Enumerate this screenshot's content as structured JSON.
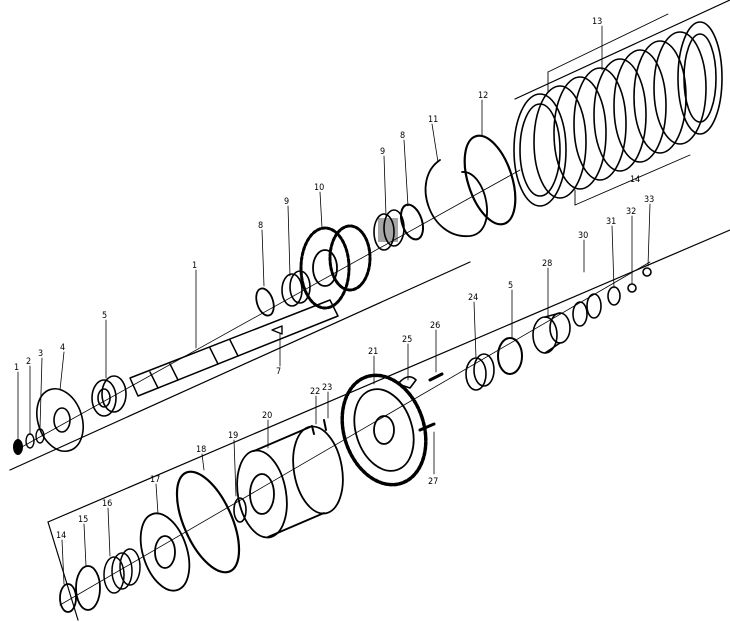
{
  "callouts": {
    "c13": "13",
    "c14": "14",
    "c12": "12",
    "c11": "11",
    "c8a": "8",
    "c9a": "9",
    "c10": "10",
    "c8b": "8",
    "c9b": "9",
    "c1": "1",
    "c7": "7",
    "c5a": "5",
    "c4": "4",
    "c3": "3",
    "c2": "2",
    "c1b": "1",
    "c31": "31",
    "c32a": "32",
    "c32b": "33",
    "c30": "30",
    "c24": "24",
    "c5b": "5",
    "c28": "28",
    "c26": "26",
    "c25": "25",
    "c21": "21",
    "c27": "27",
    "c22": "22",
    "c23": "23",
    "c20": "20",
    "c19": "19",
    "c18": "18",
    "c17": "17",
    "c16": "16",
    "c15": "15",
    "c14b": "14"
  }
}
